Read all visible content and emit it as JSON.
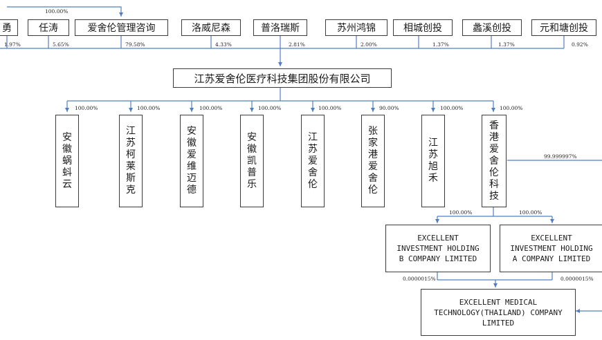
{
  "top_link_pct": "100.00%",
  "shareholders": [
    {
      "name": "勇",
      "pct": "1.97%"
    },
    {
      "name": "任涛",
      "pct": "5.65%"
    },
    {
      "name": "爱舍伦管理咨询",
      "pct": "79.58%"
    },
    {
      "name": "洛威尼森",
      "pct": "4.33%"
    },
    {
      "name": "普洛瑞斯",
      "pct": "2.81%"
    },
    {
      "name": "苏州鸿锦",
      "pct": "2.00%"
    },
    {
      "name": "相城创投",
      "pct": "1.37%"
    },
    {
      "name": "蠡溪创投",
      "pct": "1.37%"
    },
    {
      "name": "元和塘创投",
      "pct": "0.92%"
    }
  ],
  "parent": "江苏爱舍伦医疗科技集团股份有限公司",
  "subsidiaries": [
    {
      "name": "安徽蜗蚪云",
      "pct": "100.00%"
    },
    {
      "name": "江苏柯莱斯克",
      "pct": "100.00%"
    },
    {
      "name": "安徽爱维迈德",
      "pct": "100.00%"
    },
    {
      "name": "安徽凯普乐",
      "pct": "100.00%"
    },
    {
      "name": "江苏爱舍伦",
      "pct": "100.00%"
    },
    {
      "name": "张家港爱舍伦",
      "pct": "90.00%"
    },
    {
      "name": "江苏旭禾",
      "pct": "100.00%"
    },
    {
      "name": "香港爱舍伦科技",
      "pct": "100.00%"
    }
  ],
  "hk_side_pct": "99.999997%",
  "holding_b": {
    "name": "EXCELLENT\nINVESTMENT HOLDING\nB COMPANY LIMITED",
    "pct": "100.00%",
    "down_pct": "0.0000015%"
  },
  "holding_a": {
    "name": "EXCELLENT\nINVESTMENT HOLDING\nA COMPANY LIMITED",
    "pct": "100.00%",
    "down_pct": "0.0000015%"
  },
  "thailand": "EXCELLENT MEDICAL\nTECHNOLOGY(THAILAND) COMPANY\nLIMITED"
}
